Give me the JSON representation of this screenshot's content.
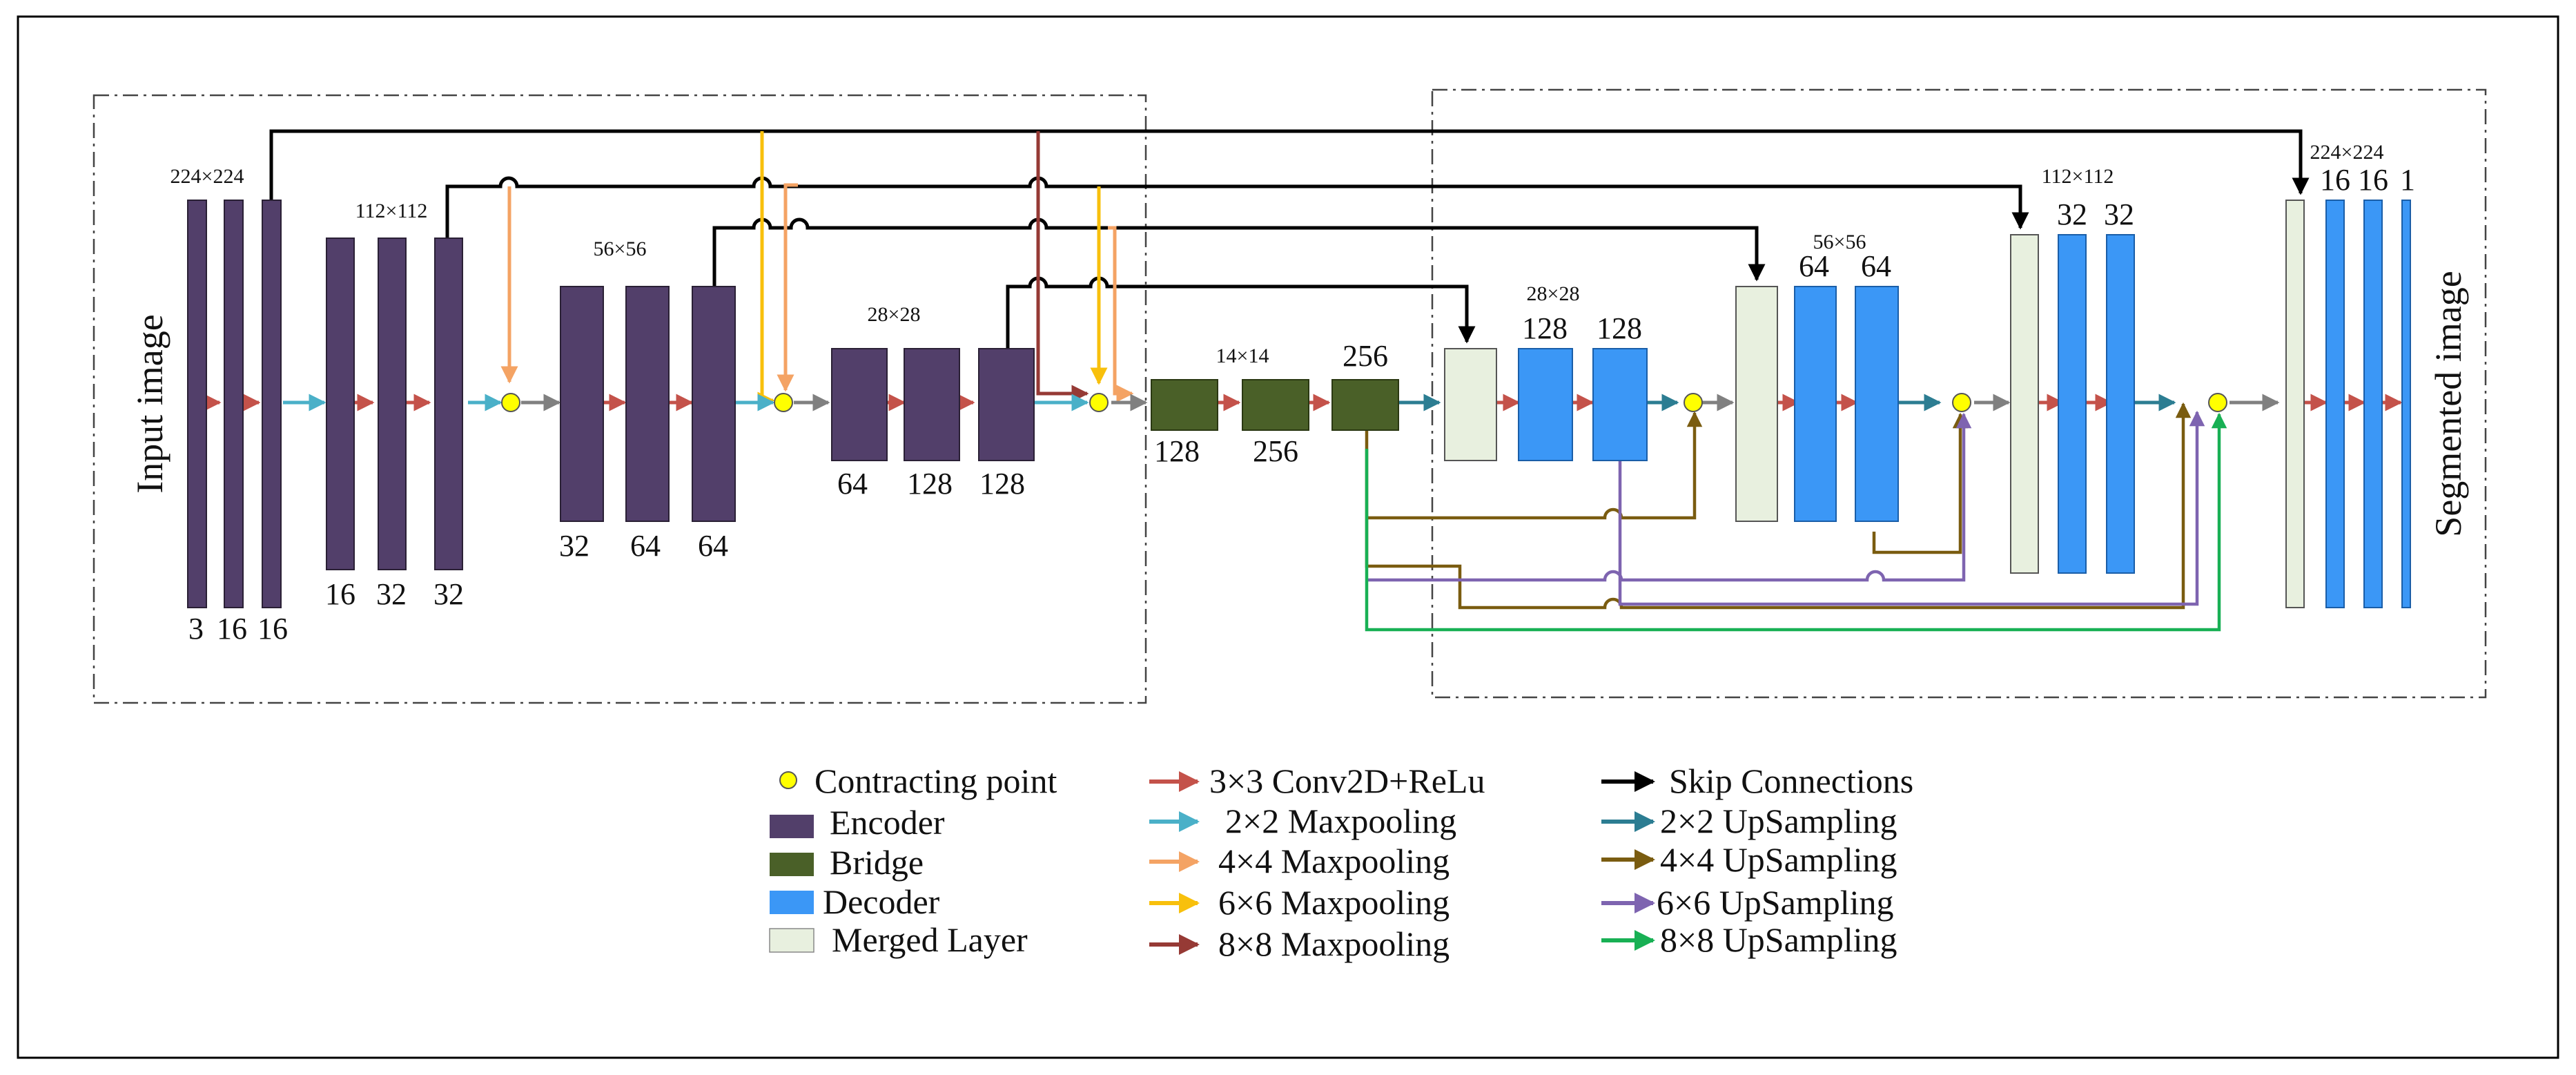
{
  "side_labels": {
    "input": "Input image",
    "output": "Segmented image"
  },
  "colors": {
    "encoder": "#523f6a",
    "bridge": "#4a6028",
    "decoder": "#3b97f6",
    "merged": "#e8f0df",
    "contracting_point": "#ffff00",
    "conv": "#c4524a",
    "maxpool2": "#4ab0c8",
    "maxpool4": "#f4a364",
    "maxpool6": "#f8c00c",
    "maxpool8": "#963a35",
    "skip": "#000000",
    "up2": "#2c7d92",
    "up4": "#7a5c10",
    "up6": "#7e64b0",
    "up8": "#18b054",
    "flow": "#808080"
  },
  "size_labels": [
    "224×224",
    "112×112",
    "56×56",
    "28×28",
    "14×14",
    "28×28",
    "56×56",
    "112×112",
    "224×224"
  ],
  "channel_labels": [
    "3",
    "16",
    "16",
    "16",
    "32",
    "32",
    "32",
    "64",
    "64",
    "64",
    "128",
    "128",
    "128",
    "256",
    "256",
    "128",
    "128",
    "64",
    "64",
    "32",
    "32",
    "16",
    "16",
    "1"
  ],
  "legend": {
    "blocks": [
      {
        "label": "Contracting point",
        "icon": "yellow-circle-icon"
      },
      {
        "label": "Encoder",
        "icon": "encoder-swatch"
      },
      {
        "label": "Bridge",
        "icon": "bridge-swatch"
      },
      {
        "label": "Decoder",
        "icon": "decoder-swatch"
      },
      {
        "label": "Merged Layer",
        "icon": "merged-swatch"
      }
    ],
    "operations": [
      {
        "label": "3×3 Conv2D+ReLu",
        "icon": "red-arrow-icon"
      },
      {
        "label": "2×2 Maxpooling",
        "icon": "cyan-arrow-icon"
      },
      {
        "label": "4×4 Maxpooling",
        "icon": "orange-arrow-icon"
      },
      {
        "label": "6×6 Maxpooling",
        "icon": "yellow-arrow-icon"
      },
      {
        "label": "8×8 Maxpooling",
        "icon": "darkred-arrow-icon"
      }
    ],
    "connections": [
      {
        "label": "Skip Connections",
        "icon": "black-arrow-icon"
      },
      {
        "label": "2×2 UpSampling",
        "icon": "teal-arrow-icon"
      },
      {
        "label": "4×4 UpSampling",
        "icon": "brown-arrow-icon"
      },
      {
        "label": "6×6 UpSampling",
        "icon": "purple-arrow-icon"
      },
      {
        "label": "8×8 UpSampling",
        "icon": "green-arrow-icon"
      }
    ]
  }
}
